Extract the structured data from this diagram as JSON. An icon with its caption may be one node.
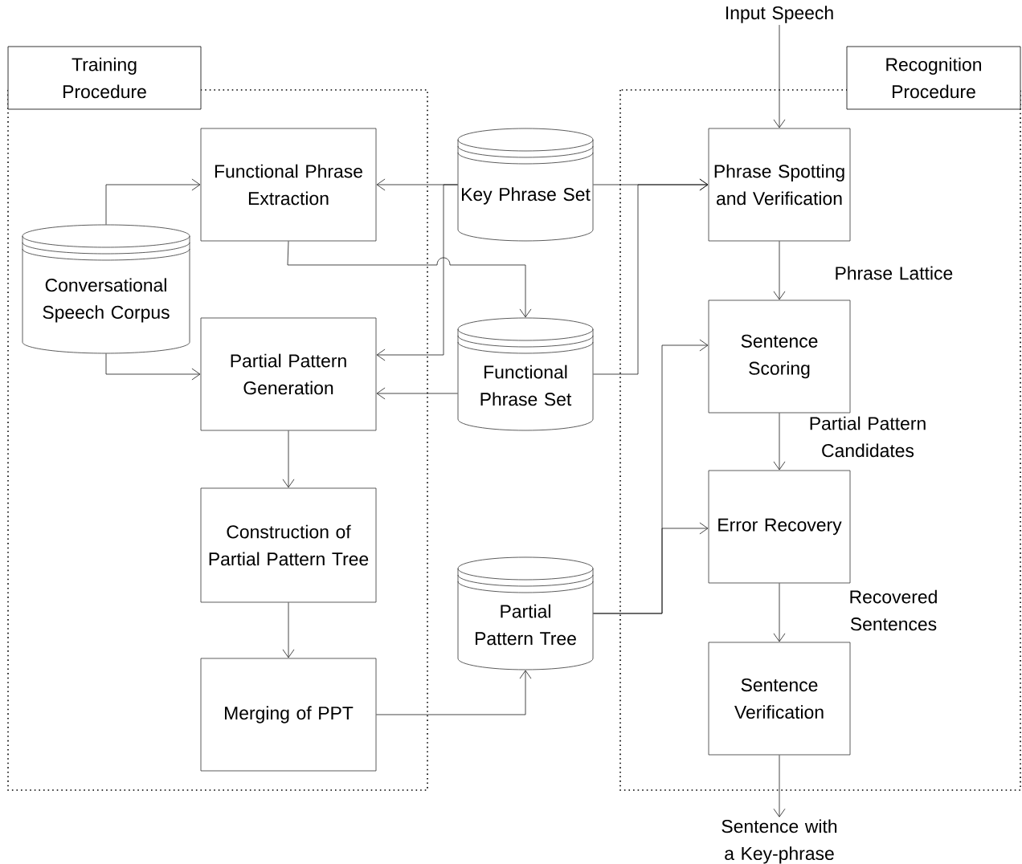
{
  "diagram": {
    "nodes": [
      {
        "text": [
          "Training Procedure"
        ]
      },
      {
        "text": [
          "Functional Phrase Extraction"
        ],
        "in": 0
      },
      {
        "text": [
          "Conversational Speech Corpus"
        ],
        "in": 0
      },
      {
        "text": [
          "Partial Pattern Generation"
        ],
        "in": 0
      },
      {
        "text": [
          "Construction of Partial Pattern Tree"
        ],
        "in": 0
      },
      {
        "text": [
          "Merging of PPT"
        ],
        "in": 0
      },
      {
        "text": [
          "Key Phrase Set"
        ]
      },
      {
        "text": [
          "Functional Phrase Set"
        ]
      },
      {
        "text": [
          "Partial Pattern Tree"
        ]
      },
      {
        "text": [
          "Recognition Procedure"
        ]
      },
      {
        "text": [
          "Input Speech"
        ]
      },
      {
        "text": [
          "Phrase Spotting and Verification"
        ],
        "in": 9
      },
      {
        "text": [
          "Sentence Scoring"
        ],
        "in": 9
      },
      {
        "text": [
          "Error Recovery"
        ],
        "in": 9
      },
      {
        "text": [
          "Sentence Verification"
        ],
        "in": 9
      },
      {
        "text": [
          "Sentence with a Key-phrase"
        ]
      }
    ],
    "edges": [
      {
        "from": 2,
        "to": 1,
        "arrow": "to"
      },
      {
        "from": 2,
        "to": 3,
        "arrow": "to"
      },
      {
        "from": 6,
        "to": 1,
        "arrow": "to"
      },
      {
        "from": 6,
        "to": 3,
        "arrow": "to"
      },
      {
        "from": 1,
        "to": 7,
        "arrow": "to"
      },
      {
        "from": 7,
        "to": 3,
        "arrow": "to"
      },
      {
        "from": 6,
        "to": 11,
        "arrow": "to"
      },
      {
        "from": 7,
        "to": 11,
        "arrow": "to"
      },
      {
        "from": 3,
        "to": 4,
        "arrow": "to"
      },
      {
        "from": 4,
        "to": 5,
        "arrow": "to"
      },
      {
        "from": 5,
        "to": 8,
        "arrow": "to"
      },
      {
        "from": 8,
        "to": 12,
        "arrow": "to"
      },
      {
        "from": 8,
        "to": 13,
        "arrow": "to"
      },
      {
        "from": 10,
        "to": 11,
        "arrow": "to"
      },
      {
        "from": 11,
        "to": 12,
        "arrow": "to",
        "label": "Phrase Lattice"
      },
      {
        "from": 12,
        "to": 13,
        "arrow": "to",
        "label": "Partial Pattern Candidates"
      },
      {
        "from": 13,
        "to": 14,
        "arrow": "to",
        "label": "Recovered Sentences"
      },
      {
        "from": 14,
        "to": 15,
        "arrow": "to"
      }
    ]
  }
}
